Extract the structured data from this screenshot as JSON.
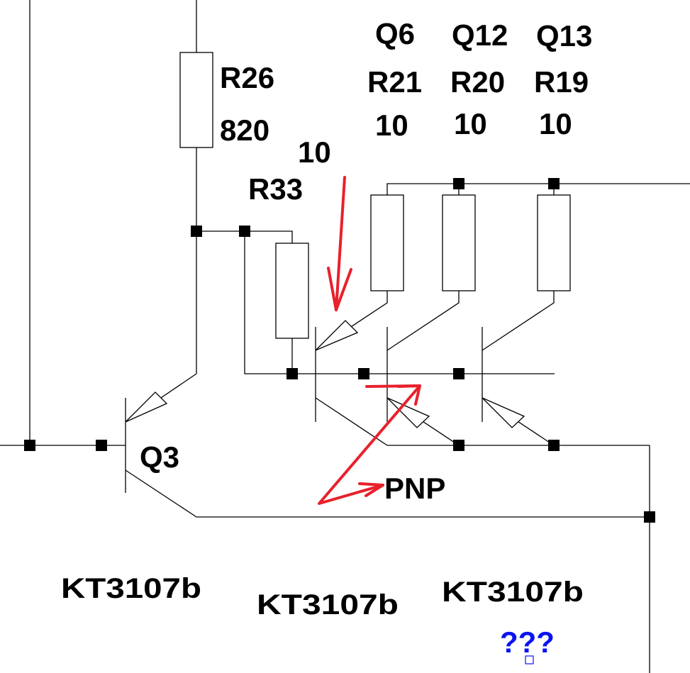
{
  "diagram": {
    "type": "electronic-schematic",
    "title": "",
    "colors": {
      "wire": "#000000",
      "annotation_arrow": "#e8212b",
      "question_mark": "#0a14f0"
    },
    "components": {
      "R26": {
        "ref": "R26",
        "value": "820"
      },
      "R33": {
        "ref": "R33",
        "value": "10"
      },
      "R21": {
        "ref": "R21",
        "value": "10"
      },
      "R20": {
        "ref": "R20",
        "value": "10"
      },
      "R19": {
        "ref": "R19",
        "value": "10"
      },
      "Q3": {
        "ref": "Q3"
      },
      "Q6": {
        "ref": "Q6"
      },
      "Q12": {
        "ref": "Q12"
      },
      "Q13": {
        "ref": "Q13"
      }
    },
    "part_labels": [
      "KT3107b",
      "KT3107b",
      "KT3107b"
    ],
    "annotations": {
      "pnp_label": "PNP",
      "question": "???"
    }
  }
}
